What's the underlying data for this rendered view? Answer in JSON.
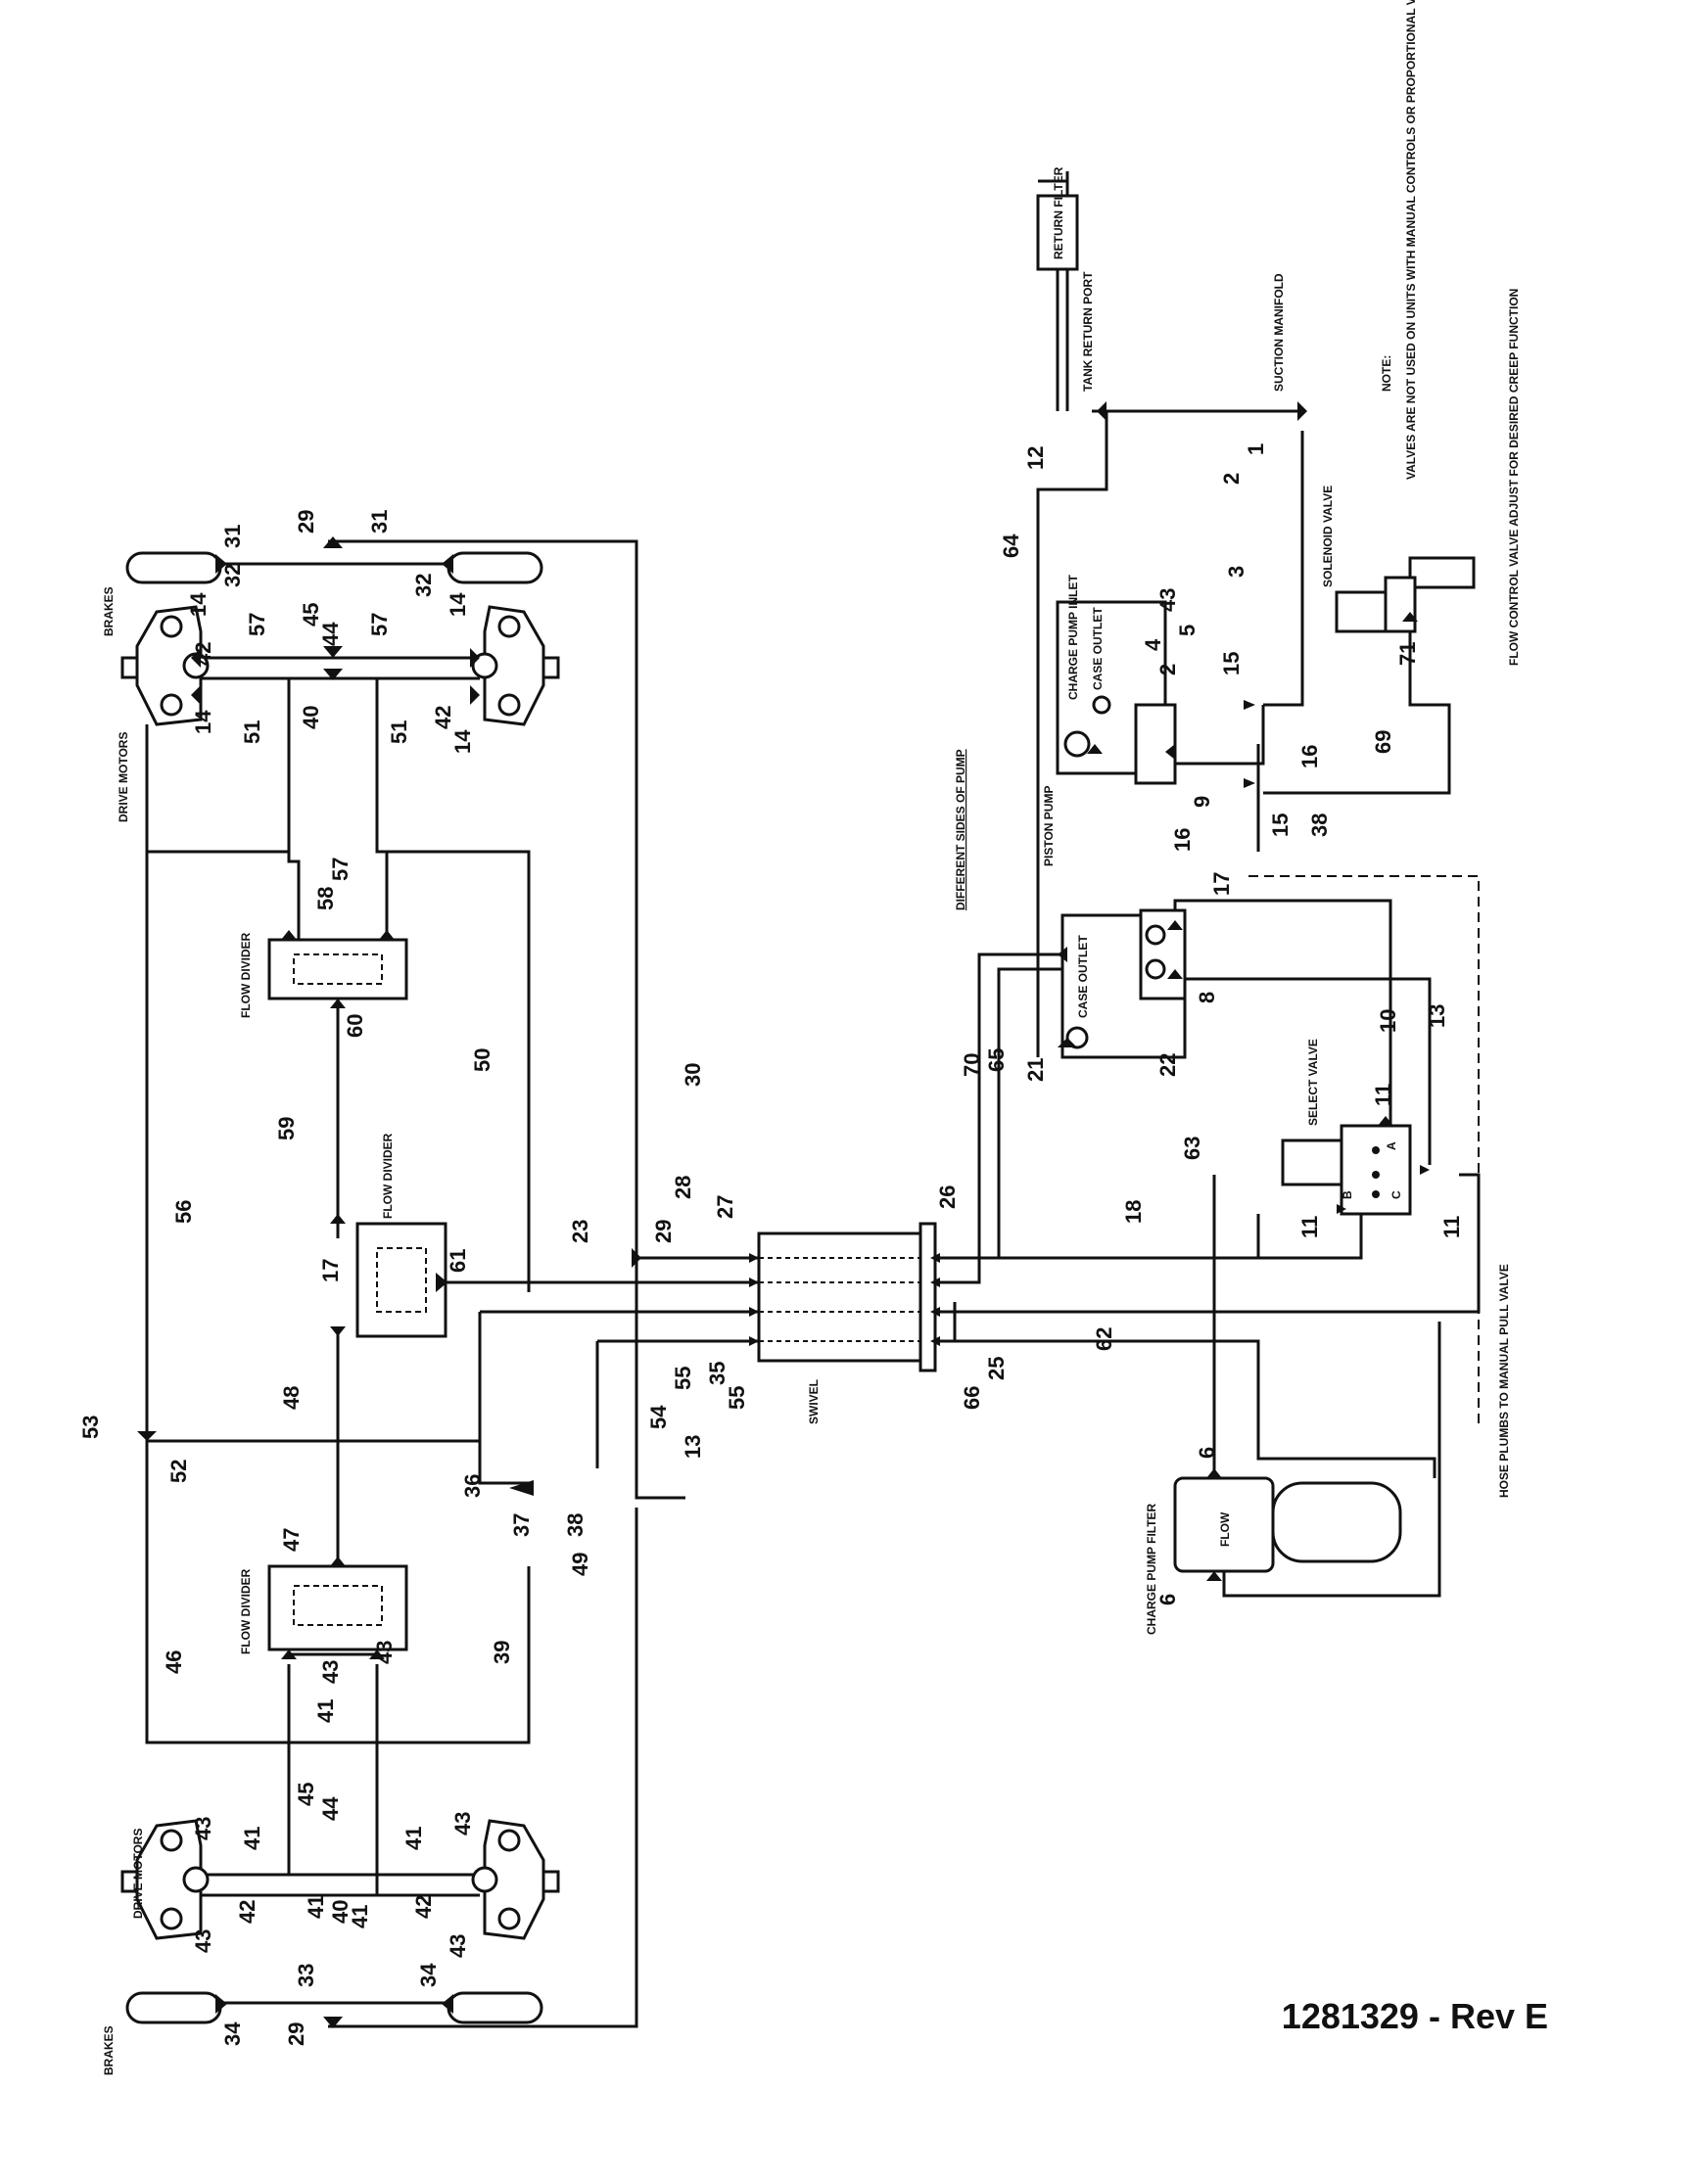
{
  "document": {
    "number": "1281329 - Rev E"
  },
  "components": {
    "brakes": "BRAKES",
    "drive_motors": "DRIVE MOTORS",
    "flow_divider": "FLOW DIVIDER",
    "swivel": "SWIVEL",
    "piston_pump": "PISTON PUMP",
    "different_sides": "DIFFERENT SIDES OF PUMP",
    "charge_pump_inlet": "CHARGE PUMP INLET",
    "case_outlet": "CASE OUTLET",
    "select_valve": "SELECT VALVE",
    "charge_pump_filter": "CHARGE PUMP FILTER",
    "flow": "FLOW",
    "solenoid_valve": "SOLENOID VALVE",
    "flow_control": "FLOW CONTROL VALVE ADJUST FOR DESIRED CREEP FUNCTION",
    "return_filter": "RETURN FILTER",
    "tank_return_port": "TANK RETURN PORT",
    "suction_manifold": "SUCTION MANIFOLD",
    "note_title": "NOTE:",
    "note_body": "VALVES ARE NOT USED ON UNITS WITH MANUAL CONTROLS OR PROPORTIONAL VALVING",
    "manual_pull": "HOSE PLUMBS TO MANUAL PULL VALVE",
    "port_a": "A",
    "port_b": "B",
    "port_c": "C"
  },
  "callouts": {
    "c1": "1",
    "c2": "2",
    "c2b": "2",
    "c3": "3",
    "c4": "4",
    "c5": "5",
    "c6a": "6",
    "c6b": "6",
    "c8": "8",
    "c9": "9",
    "c10": "10",
    "c11a": "11",
    "c11b": "11",
    "c11c": "11",
    "c12": "12",
    "c13a": "13",
    "c13b": "13",
    "c14a": "14",
    "c14b": "14",
    "c14c": "14",
    "c14d": "14",
    "c15a": "15",
    "c15b": "15",
    "c16a": "16",
    "c16b": "16",
    "c17a": "17",
    "c17b": "17",
    "c18": "18",
    "c21": "21",
    "c22": "22",
    "c23": "23",
    "c25": "25",
    "c26": "26",
    "c27": "27",
    "c28": "28",
    "c29a": "29",
    "c29b": "29",
    "c29c": "29",
    "c30": "30",
    "c31a": "31",
    "c31b": "31",
    "c32a": "32",
    "c32b": "32",
    "c33": "33",
    "c34a": "34",
    "c34b": "34",
    "c35": "35",
    "c36": "36",
    "c37": "37",
    "c38a": "38",
    "c38b": "38",
    "c39": "39",
    "c40a": "40",
    "c40b": "40",
    "c41a": "41",
    "c41b": "41",
    "c41c": "41",
    "c41d": "41",
    "c41e": "41",
    "c42a": "42",
    "c42b": "42",
    "c42c": "42",
    "c42d": "42",
    "c43a": "43",
    "c43b": "43",
    "c43c": "43",
    "c43d": "43",
    "c43e": "43",
    "c43f": "43",
    "c43g": "43",
    "c44a": "44",
    "c44b": "44",
    "c45a": "45",
    "c45b": "45",
    "c46": "46",
    "c47": "47",
    "c48": "48",
    "c49": "49",
    "c50": "50",
    "c51a": "51",
    "c51b": "51",
    "c52": "52",
    "c53": "53",
    "c54": "54",
    "c55a": "55",
    "c55b": "55",
    "c56": "56",
    "c57a": "57",
    "c57b": "57",
    "c57c": "57",
    "c58": "58",
    "c59": "59",
    "c60": "60",
    "c61": "61",
    "c62": "62",
    "c63": "63",
    "c64": "64",
    "c65": "65",
    "c66": "66",
    "c69": "69",
    "c70": "70",
    "c71": "71"
  }
}
